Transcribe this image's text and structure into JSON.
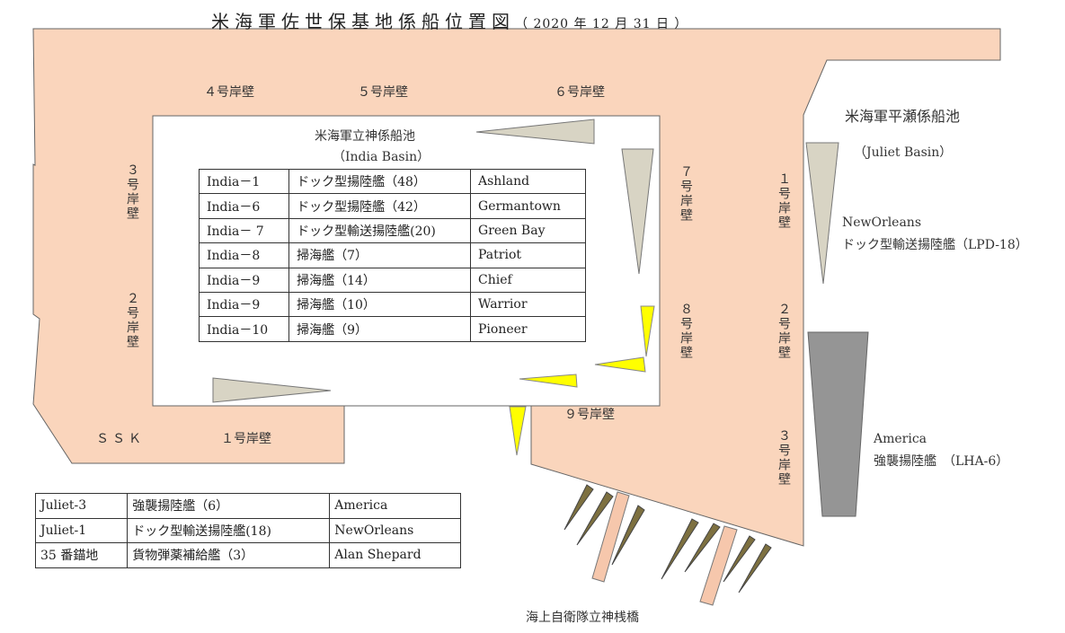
{
  "title": {
    "main": "米海軍佐世保基地係船位置図",
    "date": "（ 2020 年 12 月 31 日 ）"
  },
  "labels": {
    "pier4": "４号岸壁",
    "pier5": "５号岸壁",
    "pier6": "６号岸壁",
    "pier7": "７号岸壁",
    "pier8": "８号岸壁",
    "pier9": "９号岸壁",
    "pier3_left": "３号岸壁",
    "pier2_left": "２号岸壁",
    "pier1_bottom": "１号岸壁",
    "ssk": "ＳＳＫ",
    "india_basin_jp": "米海軍立神係船池",
    "india_basin_en": "（India Basin）",
    "hirase_basin": "米海軍平瀬係船池",
    "juliet_basin": "（Juliet Basin）",
    "hirase_pier1": "１号岸壁",
    "hirase_pier2": "２号岸壁",
    "hirase_pier3": "３号岸壁",
    "jmsdf_pier": "海上自衛隊立神桟橋"
  },
  "ships": {
    "neworleans_name": "NewOrleans",
    "neworleans_type": "ドック型輸送揚陸艦（LPD-18）",
    "america_name": "America",
    "america_type": "強襲揚陸艦　（LHA-6）"
  },
  "india_table": [
    [
      "India－1",
      "ドック型揚陸艦（48）",
      "Ashland"
    ],
    [
      "India－6",
      "ドック型揚陸艦（42）",
      "Germantown"
    ],
    [
      "India－ 7",
      "ドック型輸送揚陸艦(20)",
      "Green Bay"
    ],
    [
      "India－8",
      "掃海艦（7）",
      "Patriot"
    ],
    [
      "India－9",
      "掃海艦（14）",
      "Chief"
    ],
    [
      "India－9",
      "掃海艦（10）",
      "Warrior"
    ],
    [
      "India－10",
      "掃海艦（9）",
      "Pioneer"
    ]
  ],
  "juliet_table": [
    [
      "Juliet-3",
      "強襲揚陸艦（6）",
      "America"
    ],
    [
      "Juliet-1",
      "ドック型輸送揚陸艦(18)",
      "NewOrleans"
    ],
    [
      "35 番錨地",
      "貨物弾薬補給艦（3）",
      "Alan Shepard"
    ]
  ],
  "colors": {
    "land": "#fad5bc",
    "ship_tan": "#d8d4c4",
    "ship_yellow": "#ffff00",
    "ship_olive": "#7d7040",
    "ship_gray": "#959595",
    "jmsdf_pier": "#f6c7ac"
  }
}
